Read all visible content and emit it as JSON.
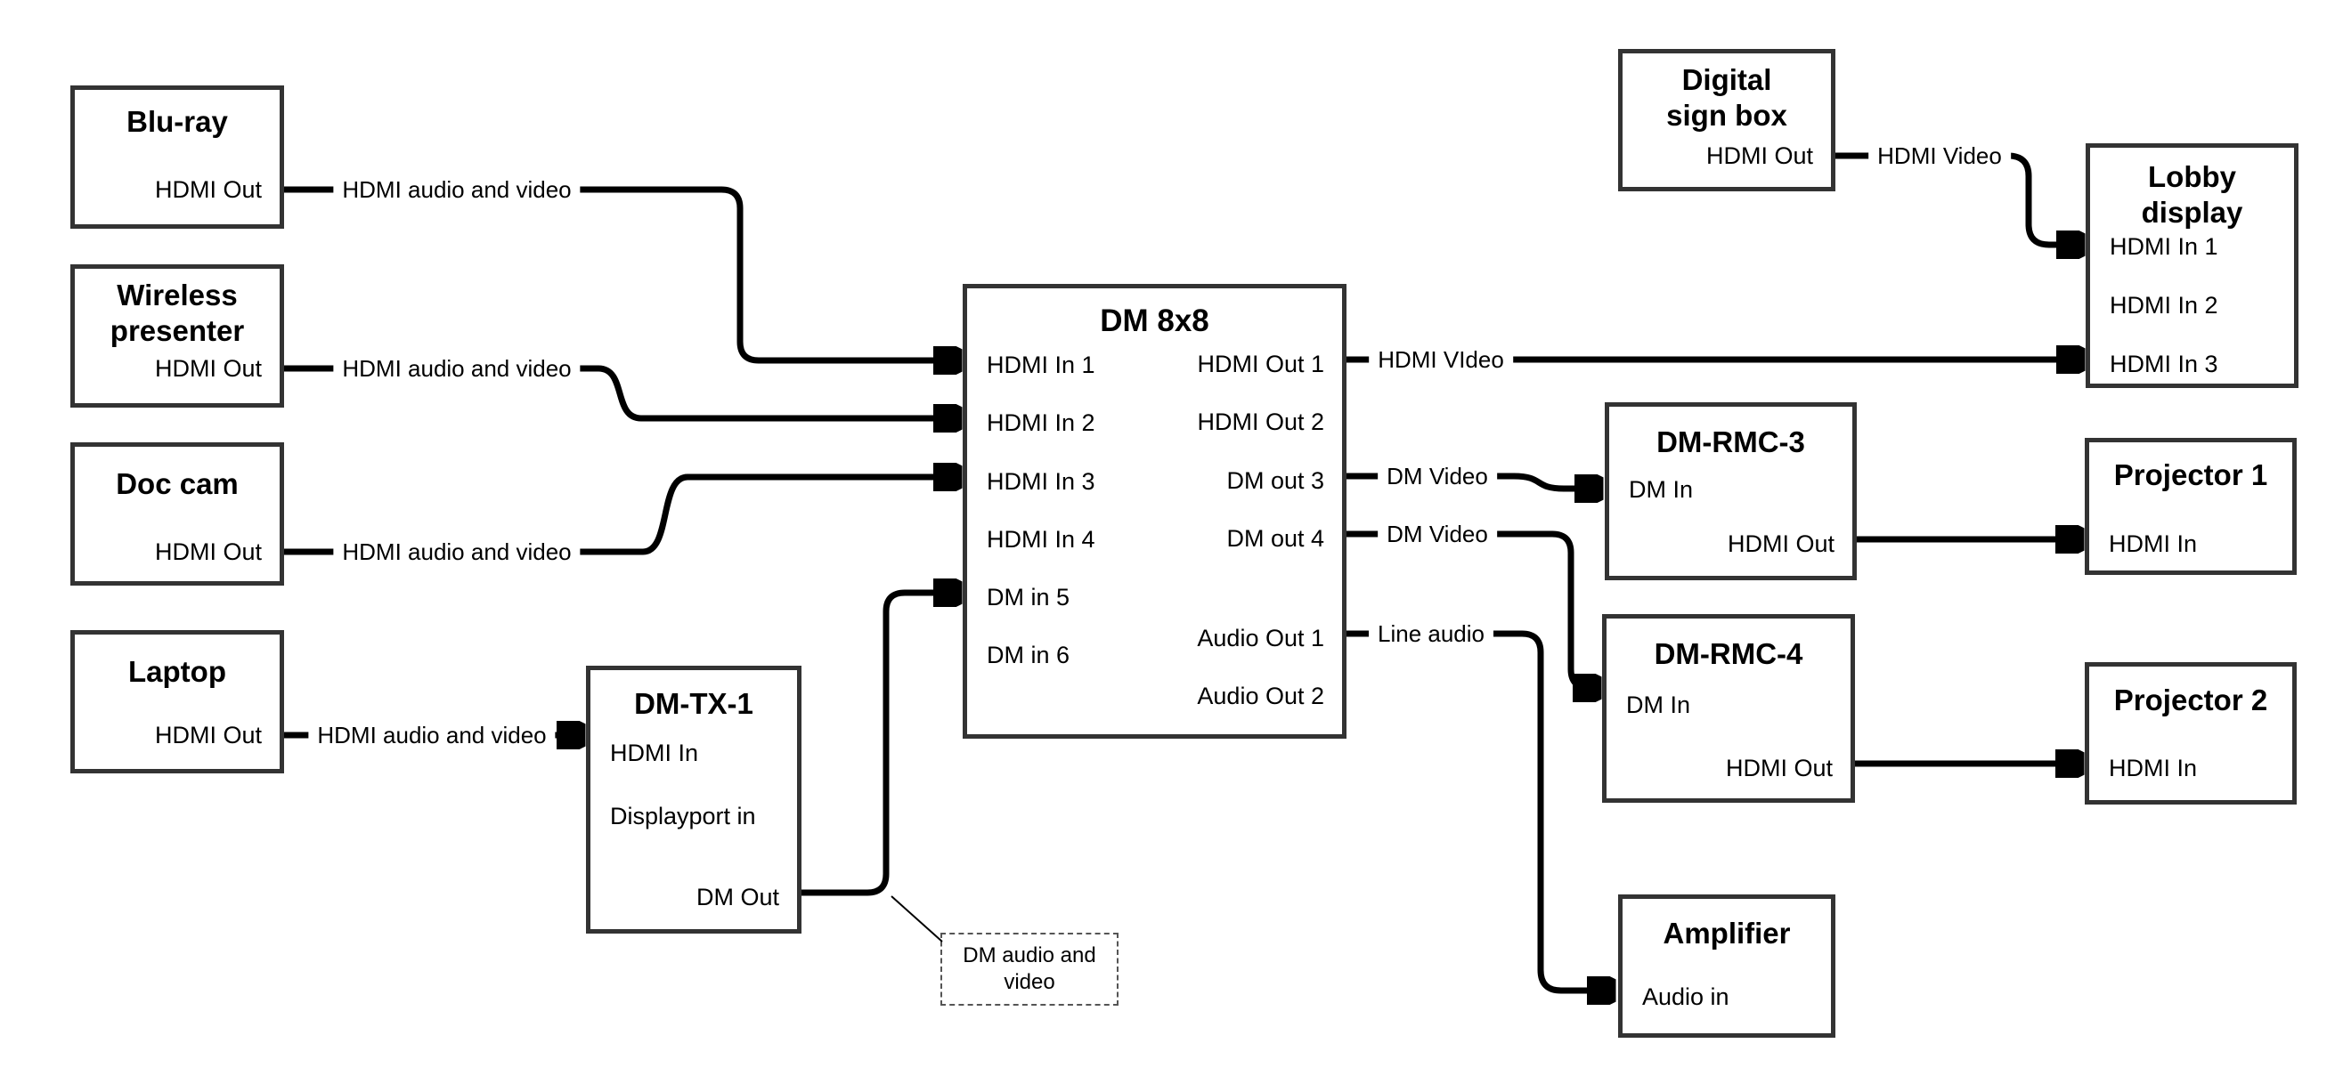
{
  "canvas": {
    "background": "#ffffff",
    "wire_color": "#000000",
    "box_border_color": "#333333"
  },
  "nodes": {
    "bluray": {
      "title": "Blu-ray",
      "ports": {
        "hdmi_out": "HDMI Out"
      }
    },
    "wireless_presenter": {
      "title": "Wireless presenter",
      "ports": {
        "hdmi_out": "HDMI Out"
      }
    },
    "doc_cam": {
      "title": "Doc cam",
      "ports": {
        "hdmi_out": "HDMI Out"
      }
    },
    "laptop": {
      "title": "Laptop",
      "ports": {
        "hdmi_out": "HDMI Out"
      }
    },
    "dm_tx_1": {
      "title": "DM-TX-1",
      "ports": {
        "hdmi_in": "HDMI In",
        "displayport_in": "Displayport in",
        "dm_out": "DM Out"
      }
    },
    "dm_8x8": {
      "title": "DM 8x8",
      "ports": {
        "hdmi_in_1": "HDMI In 1",
        "hdmi_in_2": "HDMI In 2",
        "hdmi_in_3": "HDMI In 3",
        "hdmi_in_4": "HDMI In 4",
        "dm_in_5": "DM in 5",
        "dm_in_6": "DM in 6",
        "hdmi_out_1": "HDMI Out 1",
        "hdmi_out_2": "HDMI Out 2",
        "dm_out_3": "DM out 3",
        "dm_out_4": "DM out 4",
        "audio_out_1": "Audio Out 1",
        "audio_out_2": "Audio Out 2"
      }
    },
    "digital_sign_box": {
      "title": "Digital sign box",
      "ports": {
        "hdmi_out": "HDMI Out"
      }
    },
    "lobby_display": {
      "title": "Lobby display",
      "ports": {
        "hdmi_in_1": "HDMI In 1",
        "hdmi_in_2": "HDMI In 2",
        "hdmi_in_3": "HDMI In 3"
      }
    },
    "dm_rmc_3": {
      "title": "DM-RMC-3",
      "ports": {
        "dm_in": "DM In",
        "hdmi_out": "HDMI Out"
      }
    },
    "projector_1": {
      "title": "Projector 1",
      "ports": {
        "hdmi_in": "HDMI In"
      }
    },
    "dm_rmc_4": {
      "title": "DM-RMC-4",
      "ports": {
        "dm_in": "DM In",
        "hdmi_out": "HDMI Out"
      }
    },
    "projector_2": {
      "title": "Projector 2",
      "ports": {
        "hdmi_in": "HDMI In"
      }
    },
    "amplifier": {
      "title": "Amplifier",
      "ports": {
        "audio_in": "Audio in"
      }
    }
  },
  "wire_labels": {
    "bluray_to_dm8x8": "HDMI audio and video",
    "wireless_to_dm8x8": "HDMI audio and video",
    "doccam_to_dm8x8": "HDMI audio and video",
    "laptop_to_dmtx1": "HDMI audio and video",
    "hdmi_out_1": "HDMI VIdeo",
    "dm_out_3": "DM Video",
    "dm_out_4": "DM Video",
    "audio_out_1": "Line audio",
    "digital_sign": "HDMI Video"
  },
  "callout": {
    "text": "DM audio and video"
  },
  "connections": [
    {
      "from": "Blu-ray / HDMI Out",
      "to": "DM 8x8 / HDMI In 1",
      "label": "HDMI audio and video"
    },
    {
      "from": "Wireless presenter / HDMI Out",
      "to": "DM 8x8 / HDMI In 2",
      "label": "HDMI audio and video"
    },
    {
      "from": "Doc cam / HDMI Out",
      "to": "DM 8x8 / HDMI In 3",
      "label": "HDMI audio and video"
    },
    {
      "from": "Laptop / HDMI Out",
      "to": "DM-TX-1 / HDMI In",
      "label": "HDMI audio and video"
    },
    {
      "from": "DM-TX-1 / DM Out",
      "to": "DM 8x8 / DM in 5",
      "label": "DM audio and video"
    },
    {
      "from": "DM 8x8 / HDMI Out 1",
      "to": "Lobby display / HDMI In 3",
      "label": "HDMI VIdeo"
    },
    {
      "from": "Digital sign box / HDMI Out",
      "to": "Lobby display / HDMI In 1",
      "label": "HDMI Video"
    },
    {
      "from": "DM 8x8 / DM out 3",
      "to": "DM-RMC-3 / DM In",
      "label": "DM Video"
    },
    {
      "from": "DM 8x8 / DM out 4",
      "to": "DM-RMC-4 / DM In",
      "label": "DM Video"
    },
    {
      "from": "DM 8x8 / Audio Out 1",
      "to": "Amplifier / Audio in",
      "label": "Line audio"
    },
    {
      "from": "DM-RMC-3 / HDMI Out",
      "to": "Projector 1 / HDMI In",
      "label": ""
    },
    {
      "from": "DM-RMC-4 / HDMI Out",
      "to": "Projector 2 / HDMI In",
      "label": ""
    }
  ]
}
